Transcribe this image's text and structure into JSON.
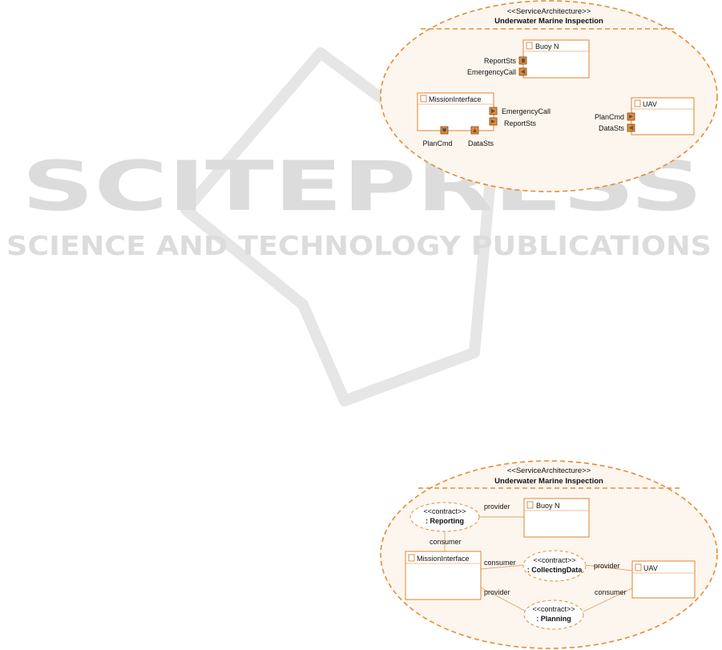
{
  "watermark": {
    "main": "SCITEPRESS",
    "sub": "SCIENCE AND TECHNOLOGY PUBLICATIONS"
  },
  "colors": {
    "accent": "#e98a33",
    "ellipse_fill": "#fdf6ee",
    "watermark": "#dcdcdc"
  },
  "diagram_top": {
    "stereotype": "<<ServiceArchitecture>>",
    "title": "Underwater Marine Inspection",
    "components": {
      "buoy": "Buoy N",
      "mission": "MissionInterface",
      "uav": "UAV"
    },
    "ports": {
      "buoy_report": "ReportSts",
      "buoy_emergency": "EmergencyCall",
      "mission_emergency": "EmergencyCall",
      "mission_report": "ReportSts",
      "mission_plan": "PlanCmd",
      "mission_data": "DataSts",
      "uav_plan": "PlanCmd",
      "uav_data": "DataSts"
    }
  },
  "diagram_bottom": {
    "stereotype": "<<ServiceArchitecture>>",
    "title": "Underwater Marine Inspection",
    "components": {
      "buoy": "Buoy N",
      "mission": "MissionInterface",
      "uav": "UAV"
    },
    "contracts": {
      "reporting": {
        "stereotype": "<<contract>>",
        "name": ": Reporting"
      },
      "collecting": {
        "stereotype": "<<contract>>",
        "name": ": CollectingData"
      },
      "planning": {
        "stereotype": "<<contract>>",
        "name": ": Planning"
      }
    },
    "roles": {
      "reporting_provider": "provider",
      "reporting_consumer": "consumer",
      "collecting_consumer": "consumer",
      "collecting_provider": "provider",
      "planning_provider": "provider",
      "planning_consumer": "consumer"
    }
  }
}
